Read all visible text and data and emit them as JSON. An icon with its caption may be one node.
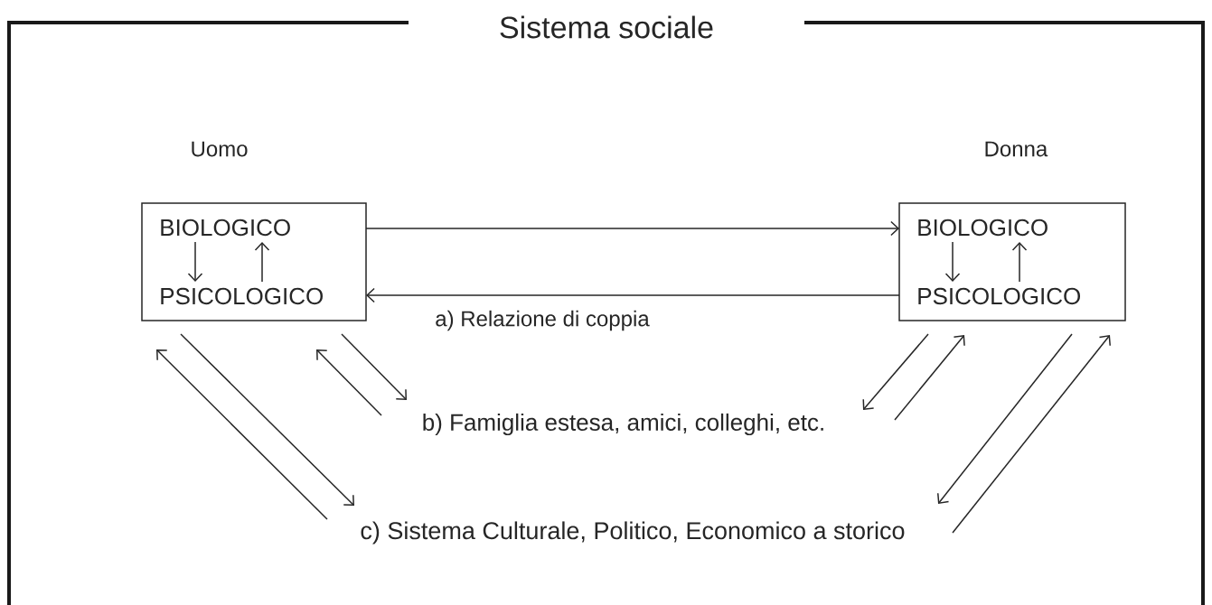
{
  "diagram": {
    "nodes": [
      {
        "text": [
          "Sistema sociale"
        ]
      },
      {
        "text": [
          "Uomo"
        ],
        "in": 0
      },
      {
        "text": [
          "BIOLOGICO"
        ],
        "in": 1
      },
      {
        "text": [
          "PSICOLOGICO"
        ],
        "in": 1
      },
      {
        "text": [
          "Donna"
        ],
        "in": 0
      },
      {
        "text": [
          "BIOLOGICO"
        ],
        "in": 4
      },
      {
        "text": [
          "PSICOLOGICO"
        ],
        "in": 4
      },
      {
        "text": [
          "b) Famiglia estesa, amici, colleghi, etc."
        ],
        "in": 0
      },
      {
        "text": [
          "c) Sistema Culturale, Politico, Economico a storico"
        ],
        "in": 0
      }
    ],
    "edges": [
      {
        "from": 1,
        "to": 4,
        "arrow": "to"
      },
      {
        "from": 4,
        "to": 1,
        "arrow": "to"
      },
      {
        "from": 2,
        "to": 3,
        "arrow": "to"
      },
      {
        "from": 3,
        "to": 2,
        "arrow": "to"
      },
      {
        "from": 5,
        "to": 6,
        "arrow": "to"
      },
      {
        "from": 6,
        "to": 5,
        "arrow": "to"
      },
      {
        "from": 1,
        "to": 7,
        "arrow": "to"
      },
      {
        "from": 7,
        "to": 1,
        "arrow": "to"
      },
      {
        "from": 1,
        "to": 8,
        "arrow": "to"
      },
      {
        "from": 8,
        "to": 1,
        "arrow": "to"
      },
      {
        "from": 4,
        "to": 7,
        "arrow": "to"
      },
      {
        "from": 7,
        "to": 4,
        "arrow": "to"
      },
      {
        "from": 4,
        "to": 8,
        "arrow": "to"
      },
      {
        "from": 8,
        "to": 4,
        "arrow": "to"
      }
    ],
    "labels": [
      "a) Relazione di coppia"
    ]
  }
}
